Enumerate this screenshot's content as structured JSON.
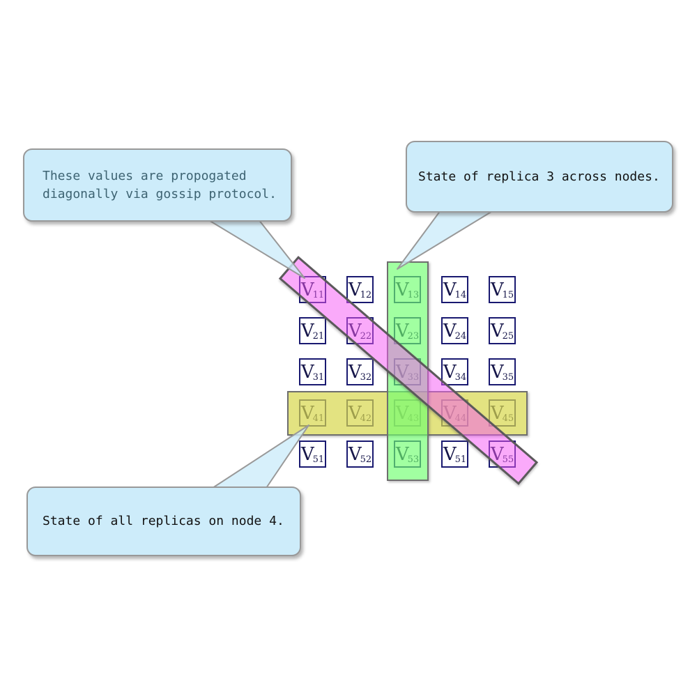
{
  "diagram": {
    "callouts": {
      "gossip": {
        "line1": "These values are propogated",
        "line2": "diagonally via gossip protocol."
      },
      "replica": {
        "text": "State of replica 3 across nodes."
      },
      "node": {
        "text": "State of all replicas on node 4."
      }
    },
    "matrix": {
      "letter": "V",
      "subscripts": [
        [
          "11",
          "12",
          "13",
          "14",
          "15"
        ],
        [
          "21",
          "22",
          "23",
          "24",
          "25"
        ],
        [
          "31",
          "32",
          "33",
          "34",
          "35"
        ],
        [
          "41",
          "42",
          "43",
          "44",
          "45"
        ],
        [
          "51",
          "52",
          "53",
          "51",
          "55"
        ]
      ]
    },
    "colors": {
      "callout_fill": "#cdecfa",
      "callout_border": "#999999",
      "callout_text": "#111111",
      "gossip_text": "#3d6372",
      "cell_border": "#191970",
      "cell_text": "#16164a",
      "band_yellow": "rgba(215,215,75,0.70)",
      "band_green": "rgba(110,255,110,0.65)",
      "band_magenta": "rgba(245,85,245,0.50)",
      "band_border": "#6e6e6e",
      "band_border_dark": "#5a5a5a",
      "tail_fill": "rgba(205,236,250,0.80)"
    }
  }
}
